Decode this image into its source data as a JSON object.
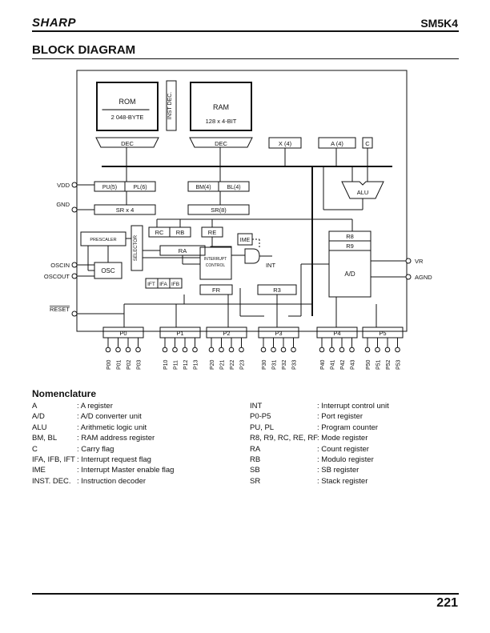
{
  "header": {
    "brand": "SHARP",
    "part_number": "SM5K4"
  },
  "section_title": "BLOCK DIAGRAM",
  "diagram": {
    "rom": {
      "title": "ROM",
      "size": "2 048-BYTE"
    },
    "inst_dec": "INST DEC.",
    "ram": {
      "title": "RAM",
      "size": "128 x 4-BIT"
    },
    "dec": "DEC",
    "x_reg": "X (4)",
    "a_reg": "A (4)",
    "c_flag": "C",
    "alu": "ALU",
    "pu": "PU(5)",
    "pl": "PL(6)",
    "bm": "BM(4)",
    "bl": "BL(4)",
    "sr_x4": "SR x 4",
    "sr8": "SR(8)",
    "rc": "RC",
    "rb": "RB",
    "re": "RE",
    "ra": "RA",
    "ime": "IME",
    "prescaler": "PRESCALER",
    "selector": "SELECTOR",
    "osc": "OSC",
    "interrupt_control": [
      "INTERRUPT",
      "CONTROL"
    ],
    "int": "INT",
    "ift": "IFT",
    "ifa": "IFA",
    "ifb": "IFB",
    "fr": "FR",
    "r3": "R3",
    "r8": "R8",
    "r9": "R9",
    "ad": "A/D",
    "pins_left": {
      "vdd": "VDD",
      "gnd": "GND",
      "osc_in": "OSCIN",
      "osc_out": "OSCOUT",
      "reset": "RESET"
    },
    "pins_right": {
      "vr": "VR",
      "agnd": "AGND"
    },
    "ports": [
      {
        "name": "P0",
        "pins": [
          "P00",
          "P01",
          "P02",
          "P03"
        ]
      },
      {
        "name": "P1",
        "pins": [
          "P10",
          "P11",
          "P12",
          "P13"
        ]
      },
      {
        "name": "P2",
        "pins": [
          "P20",
          "P21",
          "P22",
          "P23"
        ]
      },
      {
        "name": "P3",
        "pins": [
          "P30",
          "P31",
          "P32",
          "P33"
        ]
      },
      {
        "name": "P4",
        "pins": [
          "P40",
          "P41",
          "P42",
          "P43"
        ]
      },
      {
        "name": "P5",
        "pins": [
          "P50",
          "P51",
          "P52",
          "P53"
        ]
      }
    ]
  },
  "nomenclature": {
    "title": "Nomenclature",
    "left": [
      {
        "term": "A",
        "desc": ": A register"
      },
      {
        "term": "A/D",
        "desc": ": A/D converter unit"
      },
      {
        "term": "ALU",
        "desc": ": Arithmetic logic unit"
      },
      {
        "term": "BM, BL",
        "desc": ": RAM address register"
      },
      {
        "term": "C",
        "desc": ": Carry flag"
      },
      {
        "term": "IFA, IFB, IFT",
        "desc": ": Interrupt request flag"
      },
      {
        "term": "IME",
        "desc": ": Interrupt Master enable flag"
      },
      {
        "term": "INST. DEC.",
        "desc": ": Instruction decoder"
      }
    ],
    "right": [
      {
        "term": "INT",
        "desc": ": Interrupt control unit"
      },
      {
        "term": "P0-P5",
        "desc": ": Port register"
      },
      {
        "term": "PU, PL",
        "desc": ": Program counter"
      },
      {
        "term": "R8, R9, RC, RE, RF",
        "desc": ": Mode register"
      },
      {
        "term": "RA",
        "desc": ": Count register"
      },
      {
        "term": "RB",
        "desc": ": Modulo register"
      },
      {
        "term": "SB",
        "desc": ": SB register"
      },
      {
        "term": "SR",
        "desc": ": Stack register"
      }
    ]
  },
  "page_number": "221"
}
